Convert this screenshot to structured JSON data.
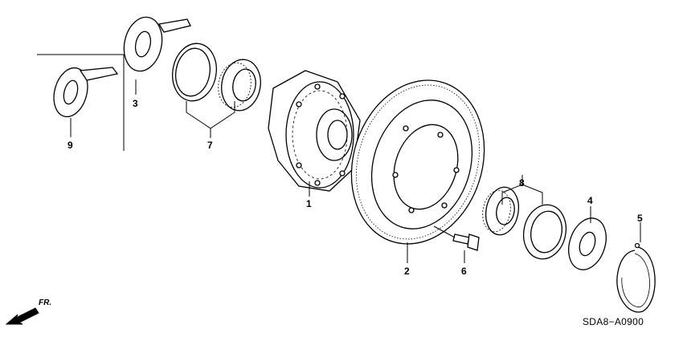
{
  "callouts": {
    "p1": "1",
    "p2": "2",
    "p3": "3",
    "p4": "4",
    "p5": "5",
    "p6": "6",
    "p7": "7",
    "p8": "8",
    "p9": "9"
  },
  "direction_label": "FR.",
  "diagram_code": "SDA8−A0900"
}
